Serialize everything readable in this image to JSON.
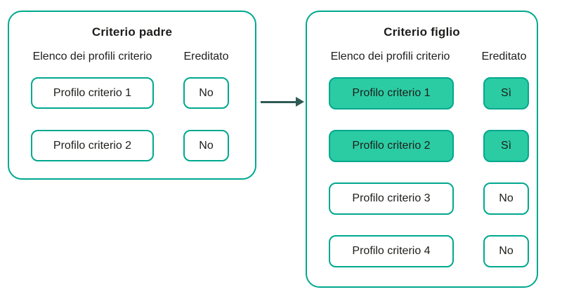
{
  "colors": {
    "teal_border": "#00A88E",
    "mint_fill": "#2BCCA3",
    "arrow": "#2E5A55",
    "text": "#1D1D1B"
  },
  "arrow": {
    "direction": "left-to-right"
  },
  "panels": [
    {
      "title": "Criterio padre",
      "profiles_header": "Elenco dei profili criterio",
      "inherited_header": "Ereditato",
      "rows": [
        {
          "profile": "Profilo criterio 1",
          "inherited": "No",
          "highlighted": false
        },
        {
          "profile": "Profilo criterio 2",
          "inherited": "No",
          "highlighted": false
        }
      ]
    },
    {
      "title": "Criterio figlio",
      "profiles_header": "Elenco dei profili criterio",
      "inherited_header": "Ereditato",
      "rows": [
        {
          "profile": "Profilo criterio 1",
          "inherited": "Sì",
          "highlighted": true
        },
        {
          "profile": "Profilo criterio 2",
          "inherited": "Sì",
          "highlighted": true
        },
        {
          "profile": "Profilo criterio 3",
          "inherited": "No",
          "highlighted": false
        },
        {
          "profile": "Profilo criterio 4",
          "inherited": "No",
          "highlighted": false
        }
      ]
    }
  ]
}
